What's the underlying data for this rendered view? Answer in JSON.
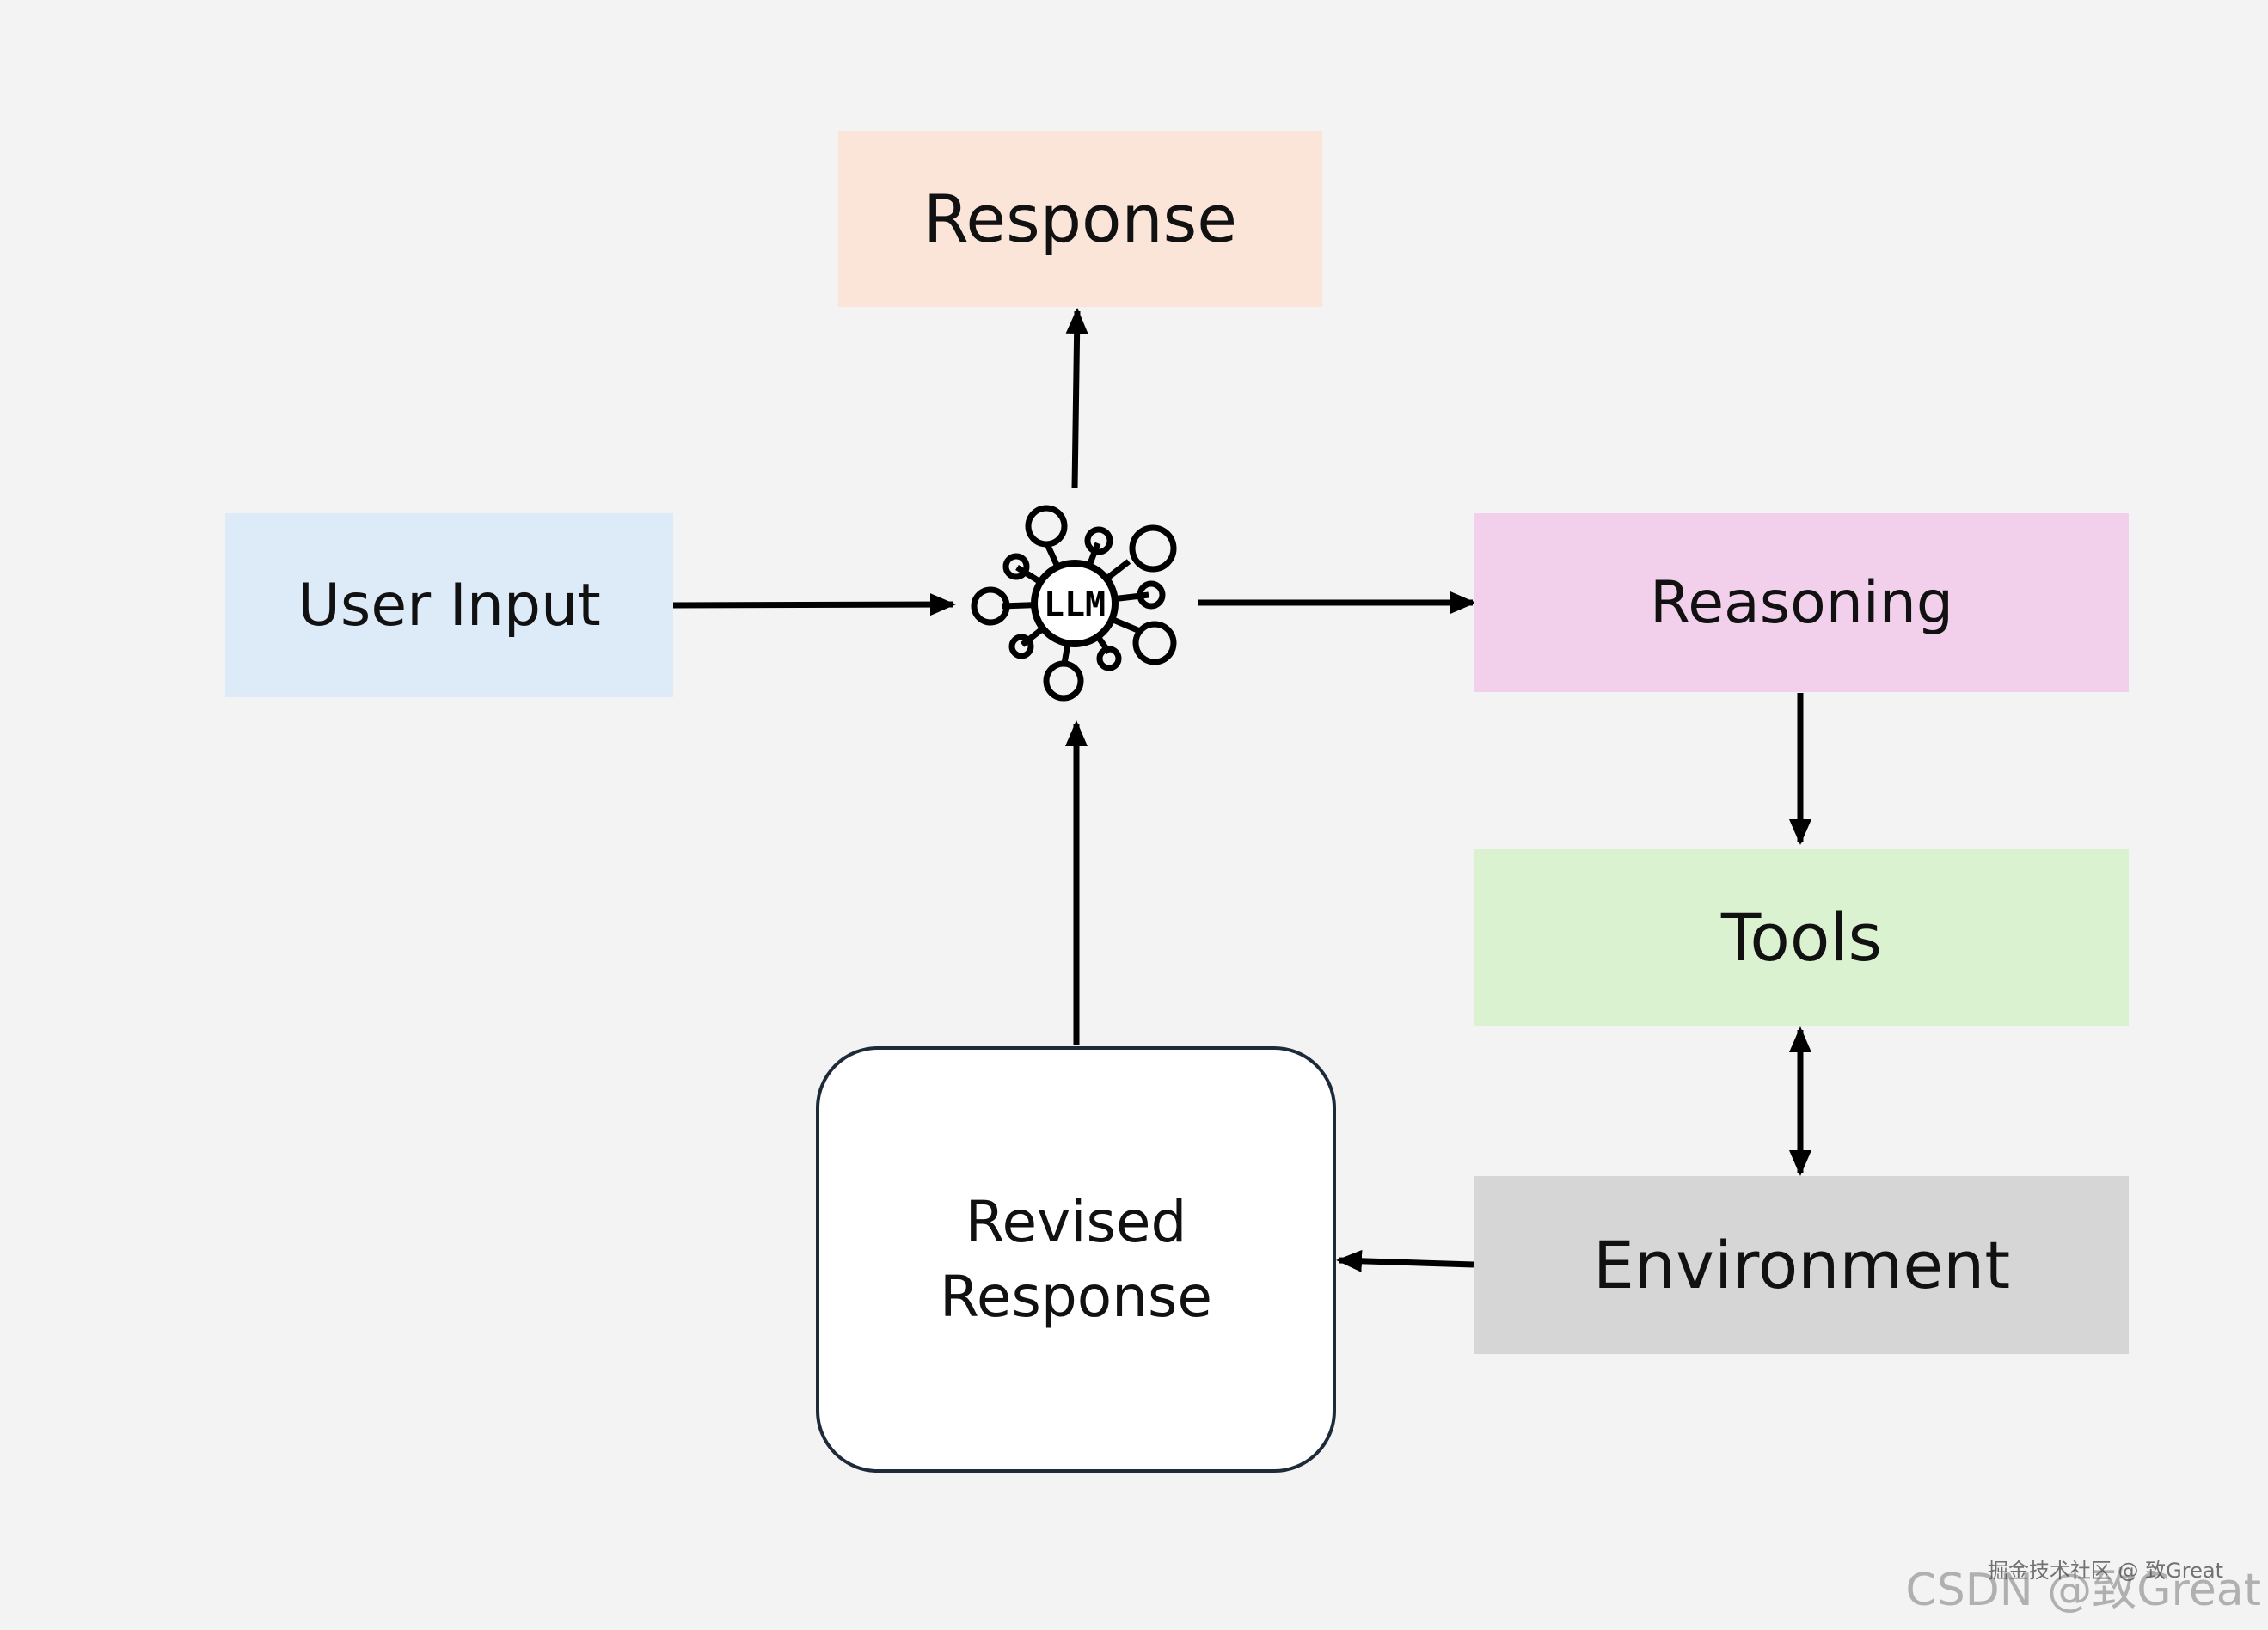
{
  "nodes": {
    "response": "Response",
    "user_input": "User Input",
    "reasoning": "Reasoning",
    "tools": "Tools",
    "environment": "Environment",
    "revised_line1": "Revised",
    "revised_line2": "Response",
    "llm": "LLM"
  },
  "edges": [
    {
      "from": "llm",
      "to": "response",
      "type": "arrow"
    },
    {
      "from": "user_input",
      "to": "llm",
      "type": "arrow"
    },
    {
      "from": "llm",
      "to": "reasoning",
      "type": "arrow"
    },
    {
      "from": "reasoning",
      "to": "tools",
      "type": "arrow"
    },
    {
      "from": "tools",
      "to": "environment",
      "type": "double-arrow"
    },
    {
      "from": "environment",
      "to": "revised_response",
      "type": "arrow"
    },
    {
      "from": "revised_response",
      "to": "llm",
      "type": "arrow"
    }
  ],
  "watermark": {
    "line1": "掘金技术社区 @ 致Great",
    "line2": "CSDN @致Great"
  },
  "colors": {
    "background": "#f3f3f3",
    "response": "#fbe4d8",
    "user_input": "#ddeaf7",
    "reasoning": "#f2d0ec",
    "tools": "#dbf2d0",
    "environment": "#d6d6d6",
    "revised_response": "#ffffff",
    "arrow": "#000000"
  },
  "icons": {
    "llm": "neural-network-icon"
  }
}
